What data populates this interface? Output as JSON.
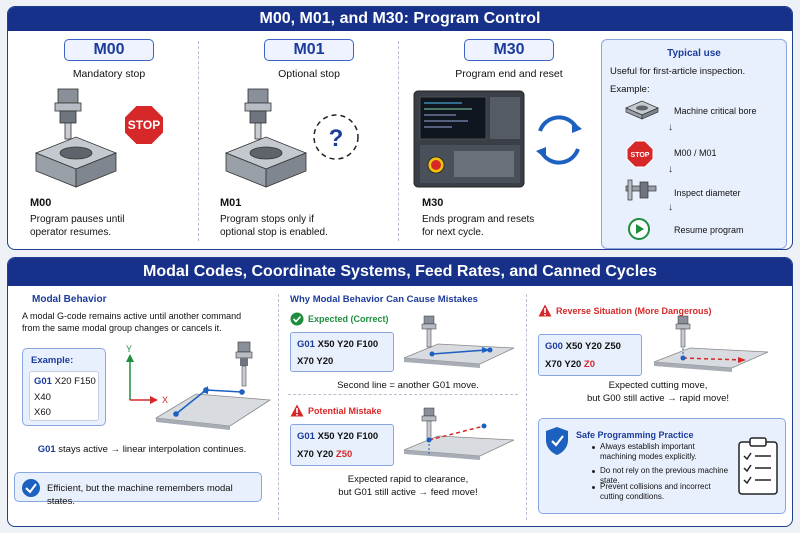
{
  "top": {
    "title": "M00, M01, and M30: Program Control",
    "m00": {
      "code": "M00",
      "subtitle": "Mandatory stop",
      "stop_text": "STOP",
      "label": "M00",
      "desc1": "Program pauses until",
      "desc2": "operator resumes."
    },
    "m01": {
      "code": "M01",
      "subtitle": "Optional stop",
      "question": "?",
      "label": "M01",
      "desc1": "Program stops only if",
      "desc2": "optional stop is enabled."
    },
    "m30": {
      "code": "M30",
      "subtitle": "Program end and reset",
      "label": "M30",
      "desc1": "Ends program and resets",
      "desc2": "for next cycle."
    },
    "typical": {
      "title": "Typical use",
      "text": "Useful for first-article inspection.",
      "example": "Example:",
      "steps": [
        "Machine critical bore",
        "M00 / M01",
        "Inspect diameter",
        "Resume program"
      ],
      "stop_text": "STOP"
    }
  },
  "bottom": {
    "title": "Modal Codes, Coordinate Systems, Feed Rates, and Canned Cycles",
    "modal": {
      "title": "Modal Behavior",
      "desc1": "A modal G-code remains active until another command",
      "desc2": "from the same modal group changes or cancels it.",
      "example_label": "Example:",
      "lines": [
        {
          "code": "G01",
          "rest": " X20 F150"
        },
        {
          "code": "",
          "rest": "X40"
        },
        {
          "code": "",
          "rest": "X60"
        }
      ],
      "axis_x": "X",
      "axis_y": "Y",
      "caption_code": "G01",
      "caption_rest": " stays active → linear interpolation continues.",
      "note": "Efficient, but the machine remembers modal states."
    },
    "mistakes": {
      "title": "Why Modal Behavior Can Cause Mistakes",
      "expected_title": "Expected (Correct)",
      "expected_l1_code": "G01",
      "expected_l1_rest": " X50 Y20 F100",
      "expected_l2": "X70 Y20",
      "expected_caption": "Second line = another G01 move.",
      "potential_title": "Potential Mistake",
      "potential_l1_code": "G01",
      "potential_l1_rest": " X50 Y20 F100",
      "potential_l2_a": "X70 Y20 ",
      "potential_l2_b": "Z50",
      "potential_caption1": "Expected rapid to clearance,",
      "potential_caption2": "but G01 still active → feed move!"
    },
    "reverse": {
      "title": "Reverse Situation (More Dangerous)",
      "l1_code": "G00",
      "l1_rest": " X50 Y20 Z50",
      "l2_a": "X70 Y20 ",
      "l2_b": "Z0",
      "caption1": "Expected cutting move,",
      "caption2": "but G00 still active → rapid move!"
    },
    "safe": {
      "title": "Safe Programming Practice",
      "items": [
        "Always establish important machining modes explicitly.",
        "Do not rely on the previous machine state.",
        "Prevent collisions and incorrect cutting conditions."
      ]
    }
  },
  "colors": {
    "navy": "#17318a",
    "accent": "#1c3c9c",
    "stop_red": "#d62828",
    "ok_green": "#1e8e3e"
  }
}
